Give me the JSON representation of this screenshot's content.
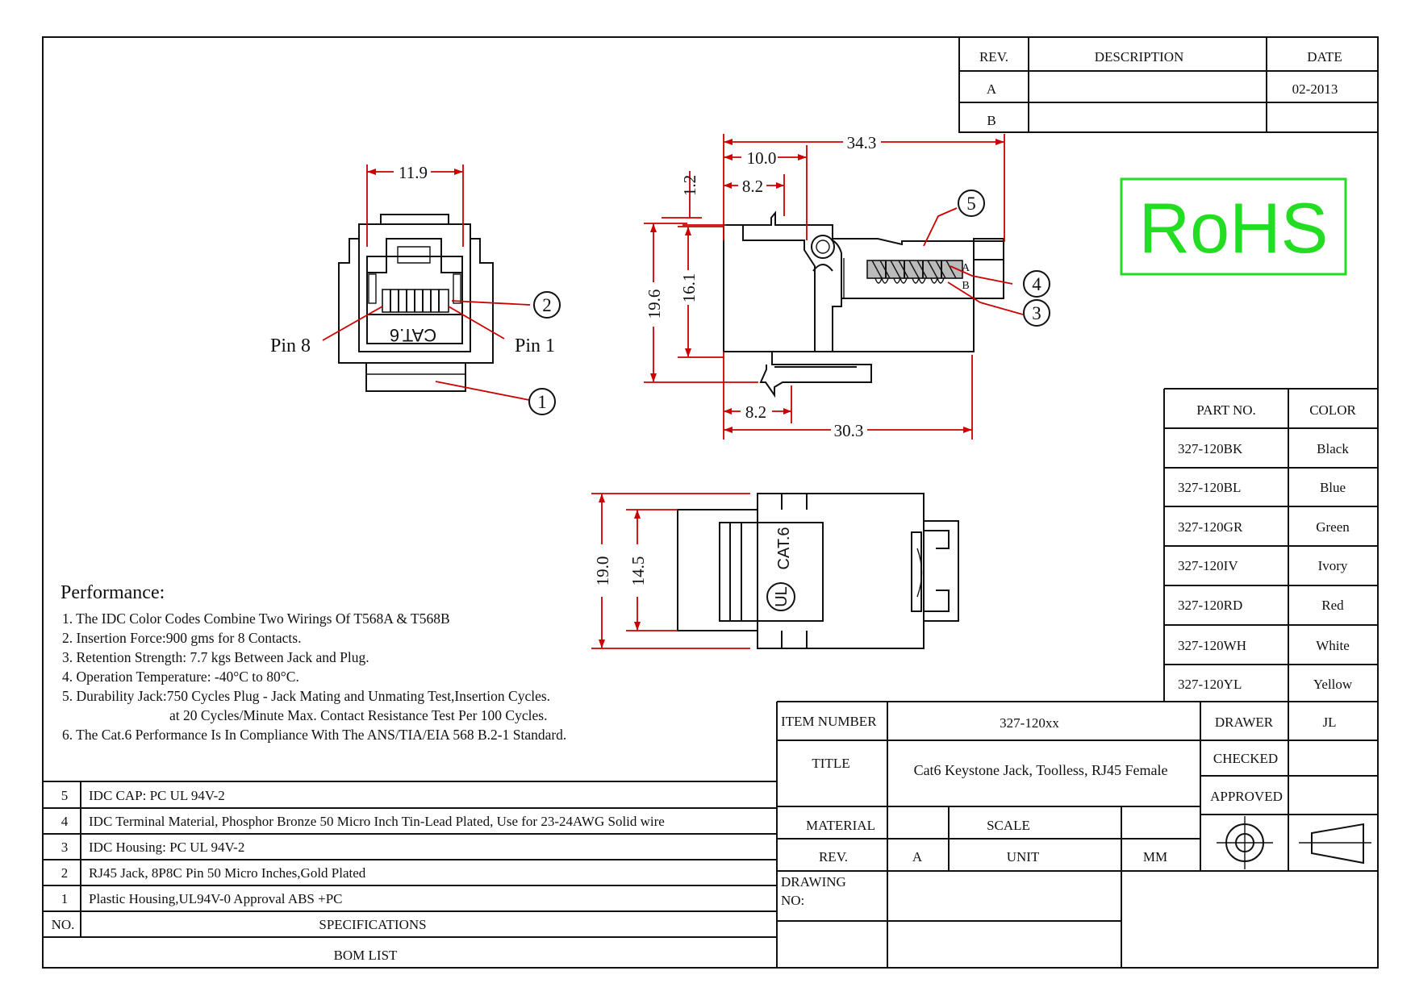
{
  "revision_block": {
    "headers": {
      "rev": "REV.",
      "description": "DESCRIPTION",
      "date": "DATE"
    },
    "rows": [
      {
        "rev": "A",
        "description": "",
        "date": "02-2013"
      },
      {
        "rev": "B",
        "description": "",
        "date": ""
      }
    ]
  },
  "rohs": {
    "label": "RoHS",
    "color": "#22dd22"
  },
  "dimensions": {
    "front_width": "11.9",
    "side_length": "34.3",
    "side_a": "10.0",
    "side_b": "8.2",
    "side_c": "1.2",
    "side_height": "19.6",
    "side_inner_height": "16.1",
    "side_bottom_a": "8.2",
    "side_bottom_b": "30.3",
    "top_outer": "19.0",
    "top_inner": "14.5"
  },
  "callouts": [
    "1",
    "2",
    "3",
    "4",
    "5"
  ],
  "front_labels": {
    "pin8": "Pin 8",
    "pin1": "Pin 1",
    "cat": "CAT.6"
  },
  "side_labels": {
    "a": "A",
    "b": "B"
  },
  "top_labels": {
    "cat": "CAT.6",
    "ul": "UL"
  },
  "performance": {
    "title": "Performance:",
    "lines": [
      "1. The IDC Color Codes Combine Two Wirings Of T568A & T568B",
      "2. Insertion Force:900 gms for 8 Contacts.",
      "3. Retention Strength: 7.7 kgs Between Jack and Plug.",
      "4. Operation Temperature: -40°C to 80°C.",
      "5. Durability Jack:750 Cycles Plug - Jack Mating and Unmating Test,Insertion Cycles.",
      "at 20 Cycles/Minute Max. Contact Resistance Test Per 100 Cycles.",
      "6. The Cat.6 Performance Is In Compliance With The ANS/TIA/EIA 568 B.2-1 Standard."
    ]
  },
  "parts_table": {
    "headers": {
      "part": "PART NO.",
      "color": "COLOR"
    },
    "rows": [
      {
        "part": "327-120BK",
        "color": "Black"
      },
      {
        "part": "327-120BL",
        "color": "Blue"
      },
      {
        "part": "327-120GR",
        "color": "Green"
      },
      {
        "part": "327-120IV",
        "color": "Ivory"
      },
      {
        "part": "327-120RD",
        "color": "Red"
      },
      {
        "part": "327-120WH",
        "color": "White"
      },
      {
        "part": "327-120YL",
        "color": "Yellow"
      }
    ]
  },
  "bom": {
    "rows": [
      {
        "no": "5",
        "spec": "IDC CAP: PC UL 94V-2"
      },
      {
        "no": "4",
        "spec": "IDC Terminal Material, Phosphor Bronze 50 Micro Inch Tin-Lead Plated, Use for 23-24AWG Solid wire"
      },
      {
        "no": "3",
        "spec": "IDC Housing: PC UL 94V-2"
      },
      {
        "no": "2",
        "spec": "RJ45 Jack, 8P8C Pin 50 Micro Inches,Gold Plated"
      },
      {
        "no": "1",
        "spec": "Plastic Housing,UL94V-0 Approval ABS +PC"
      }
    ],
    "header_no": "NO.",
    "header_spec": "SPECIFICATIONS",
    "footer": "BOM LIST"
  },
  "title_block": {
    "item_number_label": "ITEM NUMBER",
    "item_number": "327-120xx",
    "title_label": "TITLE",
    "title": "Cat6 Keystone Jack, Toolless, RJ45 Female",
    "drawer_label": "DRAWER",
    "drawer": "JL",
    "checked_label": "CHECKED",
    "approved_label": "APPROVED",
    "material_label": "MATERIAL",
    "scale_label": "SCALE",
    "rev_label": "REV.",
    "rev": "A",
    "unit_label": "UNIT",
    "unit": "MM",
    "drawing_no_label_1": "DRAWING",
    "drawing_no_label_2": "NO:"
  }
}
